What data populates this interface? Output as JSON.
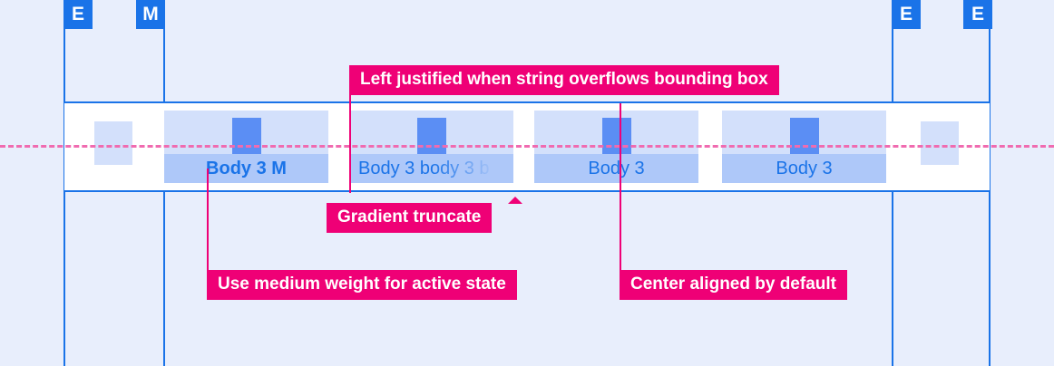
{
  "canvas": {
    "background": "#e8eefc",
    "guide_color": "#1a73e8",
    "annotation_color": "#ef0076",
    "centerline_color": "#f06bb0",
    "surface_color": "#ffffff",
    "icon_band_color": "#d3e0fb",
    "label_band_color": "#aec8f9",
    "icon_color": "#5b8ef4",
    "label_text_color": "#1a73e8"
  },
  "guides": {
    "badges": [
      {
        "label": "E",
        "name": "guide-badge-e-left-outer"
      },
      {
        "label": "M",
        "name": "guide-badge-m-left-inner"
      },
      {
        "label": "E",
        "name": "guide-badge-e-right-inner"
      },
      {
        "label": "E",
        "name": "guide-badge-e-right-outer"
      }
    ]
  },
  "component": {
    "name": "tab-bar",
    "tabs": [
      {
        "label": "Body 3 M",
        "state": "active",
        "alignment": "center",
        "weight": "medium",
        "icon": "square-icon"
      },
      {
        "label": "Body 3 body 3 b",
        "state": "inactive",
        "alignment": "left",
        "weight": "regular",
        "truncation": "gradient",
        "icon": "square-icon"
      },
      {
        "label": "Body 3",
        "state": "inactive",
        "alignment": "center",
        "weight": "regular",
        "icon": "square-icon"
      },
      {
        "label": "Body 3",
        "state": "inactive",
        "alignment": "center",
        "weight": "regular",
        "icon": "square-icon"
      }
    ]
  },
  "annotations": [
    {
      "text": "Left justified when string overflows bounding box",
      "name": "annotation-left-justified"
    },
    {
      "text": "Gradient truncate",
      "name": "annotation-gradient-truncate"
    },
    {
      "text": "Use medium weight for active state",
      "name": "annotation-medium-weight"
    },
    {
      "text": "Center aligned by default",
      "name": "annotation-center-aligned"
    }
  ]
}
